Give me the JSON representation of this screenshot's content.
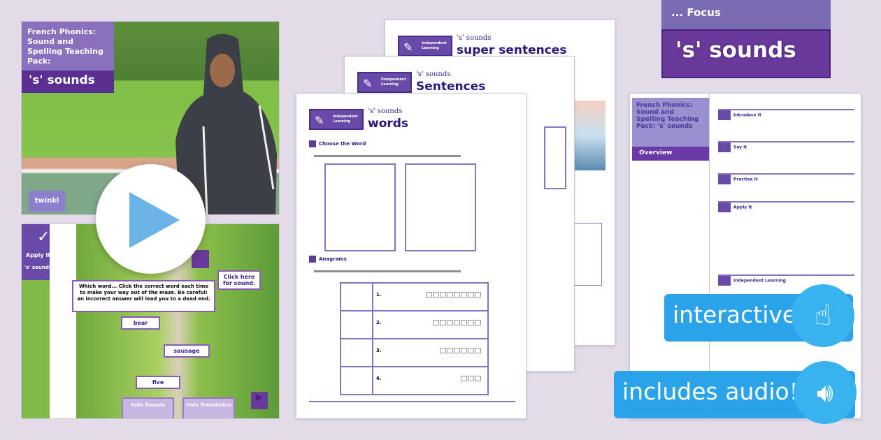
{
  "slide1": {
    "title": "French Phonics: Sound and Spelling Teaching Pack:",
    "subtitle": "'s' sounds",
    "brand": "twinkl"
  },
  "slide2": {
    "badge_title": "Apply It!",
    "badge_sub": "'s' sounds",
    "instructions": "Which word... Click the correct word each time to make your way out of the maze. Be careful: an incorrect answer will lead you to a dead end.",
    "hint": "Click here for sound.",
    "words": [
      "bear",
      "sausage",
      "five"
    ],
    "buttons": [
      "Hide Sounds",
      "Hide Translation"
    ]
  },
  "play_button": {
    "icon": "play-icon",
    "color": "#6ab4e8"
  },
  "worksheets": [
    {
      "label": "Independent Learning",
      "subtitle": "'s' sounds",
      "title": "super sentences"
    },
    {
      "label": "Independent Learning",
      "subtitle": "'s' sounds",
      "title": "Sentences"
    },
    {
      "label": "Independent Learning",
      "subtitle": "'s' sounds",
      "title": "words",
      "section1": "Choose the Word",
      "section2": "Anagrams",
      "anagrams": [
        "1.",
        "2.",
        "3.",
        "4."
      ]
    }
  ],
  "focus": {
    "top": "... Focus",
    "title": "'s' sounds"
  },
  "overview": {
    "title": "French Phonics: Sound and Spelling Teaching Pack: 's' sounds",
    "section": "Overview",
    "steps": [
      "Introduce It",
      "Say It",
      "Practise It",
      "Apply It",
      "Independent Learning"
    ]
  },
  "badges": {
    "interactive": "interactive",
    "audio": "includes audio!"
  },
  "colors": {
    "purple": "#5a2f92",
    "blue": "#2aa3ea",
    "background": "#e4dbe8"
  }
}
